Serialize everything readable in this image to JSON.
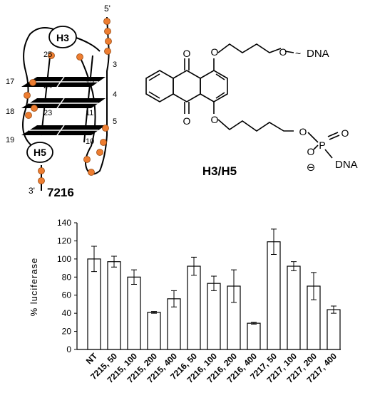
{
  "diagram": {
    "name_7216": "7216",
    "prime_5": "5'",
    "prime_3": "3'",
    "h3": "H3",
    "h5": "H5",
    "nums": {
      "n25": "25",
      "n24": "24",
      "n23": "23",
      "n17": "17",
      "n18": "18",
      "n19": "19",
      "n3": "3",
      "n4": "4",
      "n5": "5",
      "n12": "12",
      "n11": "11",
      "n10": "10"
    },
    "colors": {
      "bead": "#ED7D31",
      "plate": "#000000"
    }
  },
  "structure": {
    "o1": "O",
    "o2": "O",
    "o3": "O",
    "o4": "O",
    "o_tail1": "O",
    "o_tail2": "O",
    "o_p": "O",
    "p": "P",
    "minus": "⊖",
    "dna1": "DNA",
    "dna2": "DNA",
    "caption": "H3/H5"
  },
  "chart_data": {
    "type": "bar",
    "categories": [
      "NT",
      "7215, 50",
      "7215, 100",
      "7215, 200",
      "7215, 400",
      "7216, 50",
      "7216, 100",
      "7216, 200",
      "7216, 400",
      "7217, 50",
      "7217, 100",
      "7217, 200",
      "7217, 400"
    ],
    "values": [
      100,
      97,
      80,
      41,
      56,
      92,
      73,
      70,
      29,
      119,
      92,
      70,
      44
    ],
    "errors": [
      14,
      6,
      8,
      1,
      9,
      10,
      8,
      18,
      1,
      14,
      5,
      15,
      4
    ],
    "ylabel": "% luciferase",
    "ylim": [
      0,
      140
    ],
    "yticks": [
      "0",
      "20",
      "40",
      "60",
      "80",
      "100",
      "120",
      "140"
    ],
    "grid": false,
    "bar_color": "#ffffff"
  }
}
